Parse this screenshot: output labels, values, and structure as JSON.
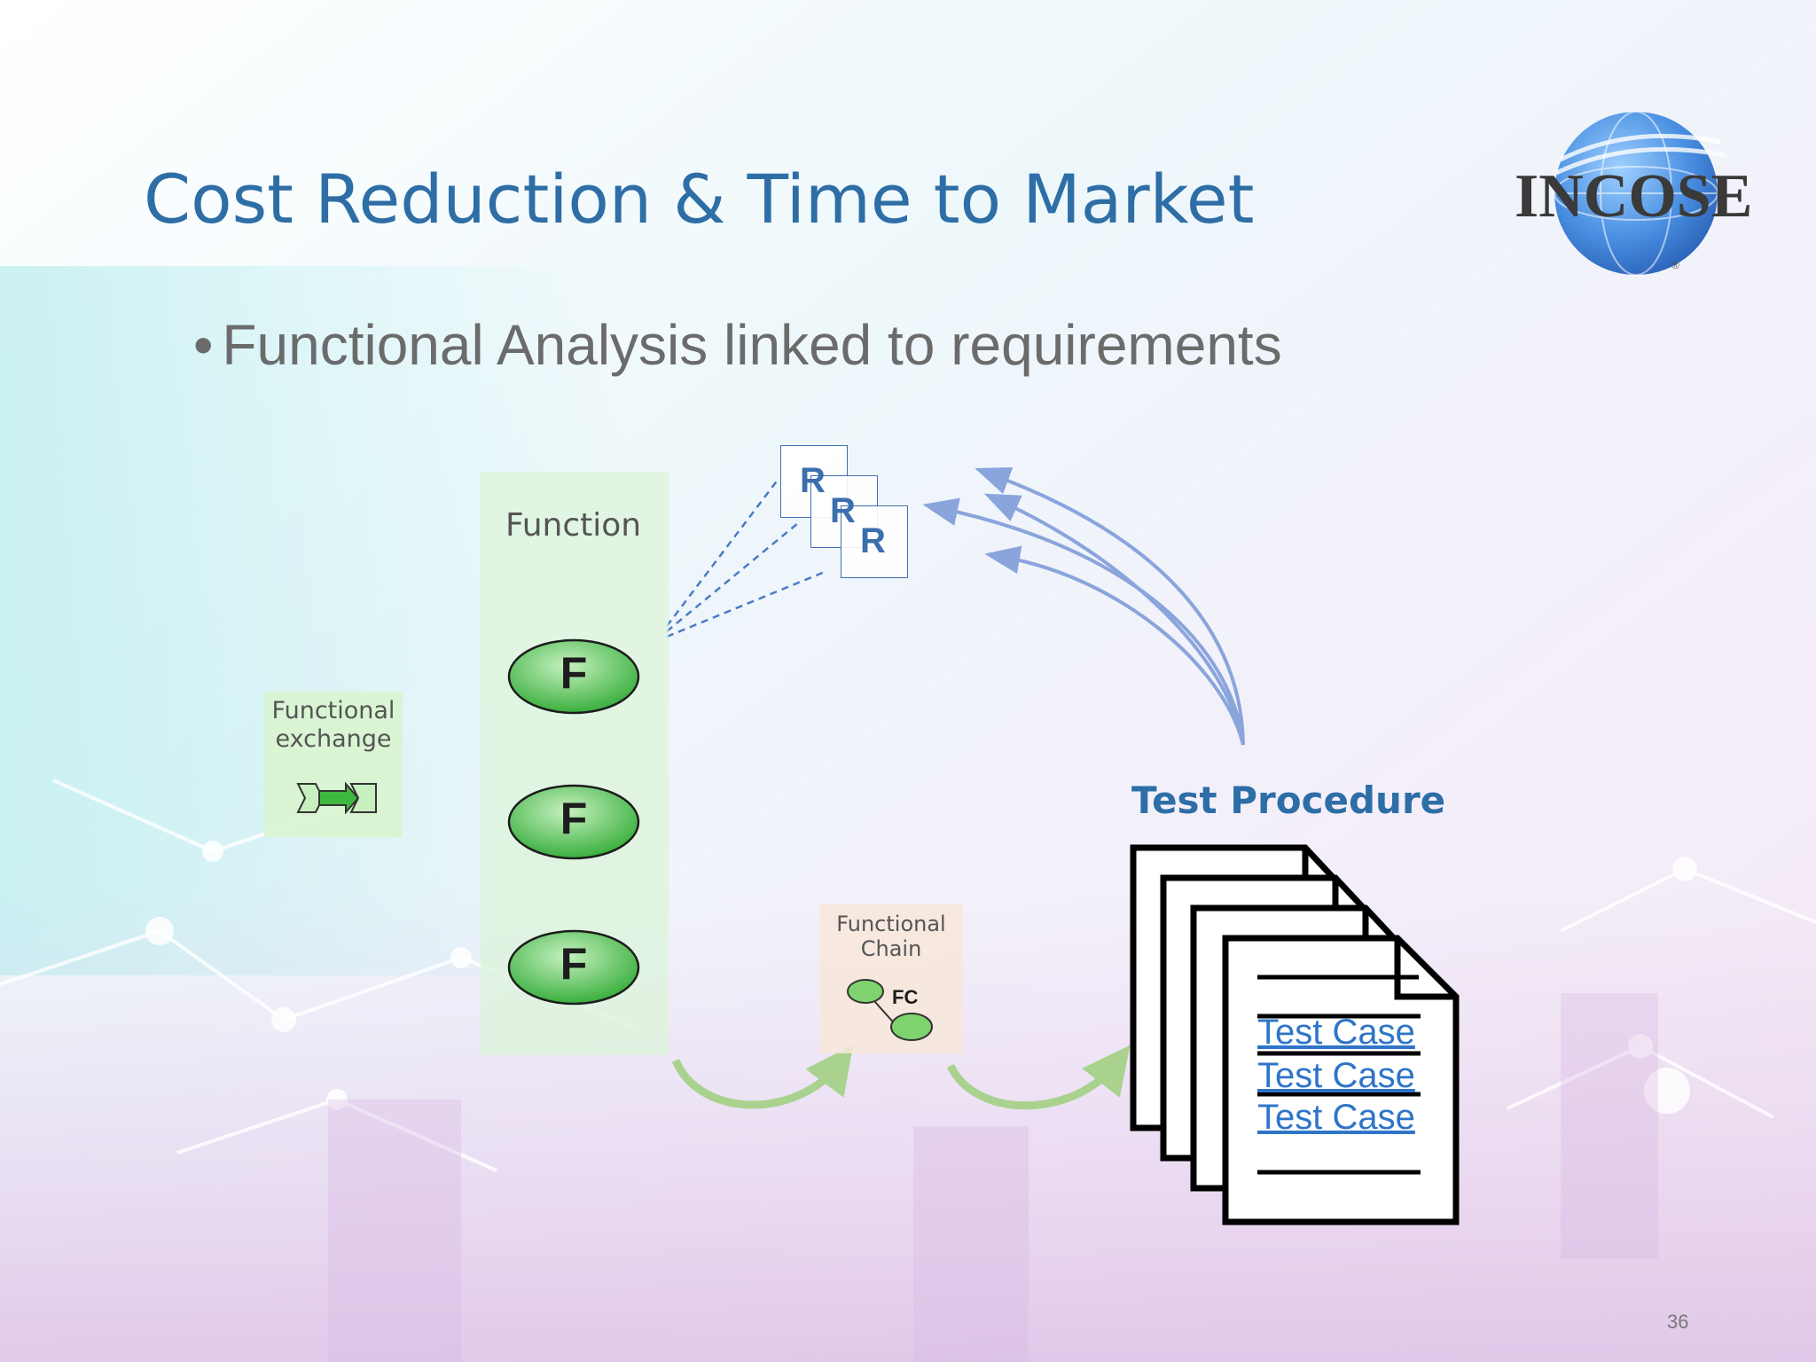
{
  "slide": {
    "title": "Cost Reduction & Time to Market",
    "bullet": "Functional Analysis linked to requirements",
    "bullet_marker": "•",
    "slide_number": "36"
  },
  "logo": {
    "text": "INCOSE",
    "mark": "®"
  },
  "diagram": {
    "function_label": "Function",
    "function_node_letter": "F",
    "functional_exchange_label_line1": "Functional",
    "functional_exchange_label_line2": "exchange",
    "functional_chain_label_line1": "Functional",
    "functional_chain_label_line2": "Chain",
    "functional_chain_icon_text": "FC",
    "requirement_letter": "R",
    "test_procedure_title": "Test Procedure",
    "test_cases": [
      "Test Case",
      "Test Case",
      "Test Case"
    ]
  },
  "colors": {
    "title": "#2e6ea6",
    "node_green": "#3fb83f",
    "requirement_blue": "#3f6fb5",
    "arrow_blue": "#8aa4dc",
    "arrow_green": "#a9d28e"
  }
}
